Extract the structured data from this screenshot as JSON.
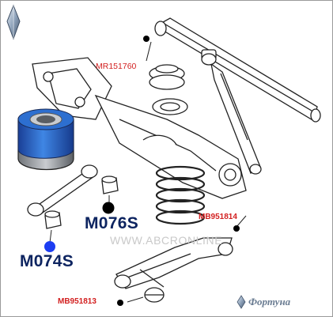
{
  "labels": {
    "mr151760": "MR151760",
    "mb951814": "MB951814",
    "mb951813": "MB951813",
    "m076s": "M076S",
    "m074s": "M074S"
  },
  "watermark": "WWW.ABCRONLINE",
  "brand": {
    "name": "Фортуна"
  },
  "icons": {
    "logo": "diamond-logo-icon",
    "brand": "diamond-brand-icon"
  },
  "colors": {
    "part_label_red": "#d21f1f",
    "part_code_navy": "#0d2460",
    "bushing_blue": "#1f5fc8",
    "marker_black": "#000000",
    "marker_blue": "#1c3df2"
  }
}
